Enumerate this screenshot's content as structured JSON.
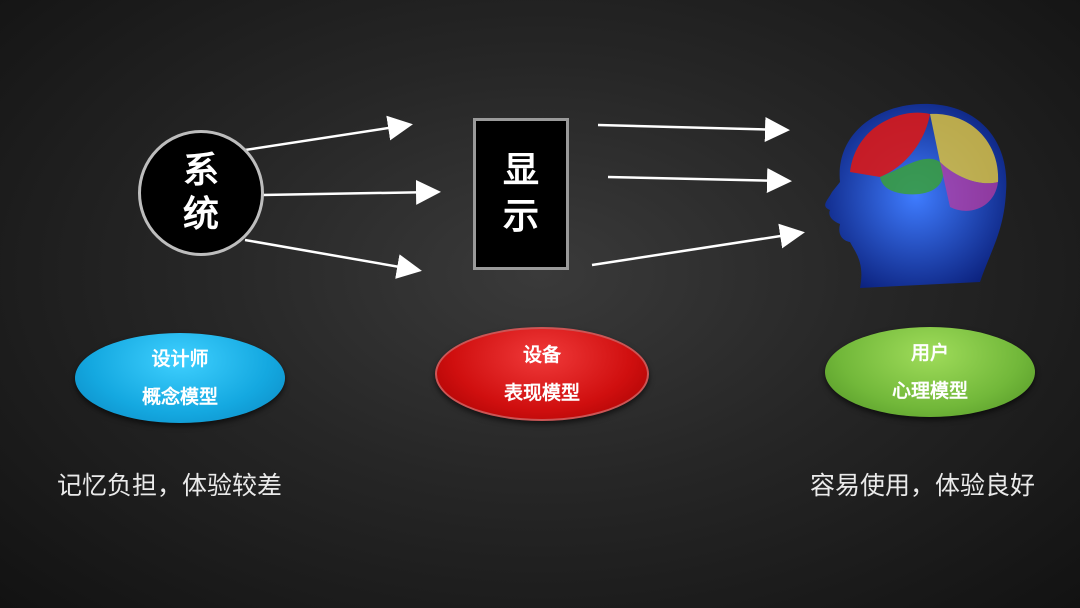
{
  "system_node": {
    "line1": "系",
    "line2": "统"
  },
  "display_node": {
    "line1": "显",
    "line2": "示"
  },
  "user_icon": "human-head-brain-icon",
  "models": [
    {
      "line1": "设计师",
      "line2": "概念模型",
      "color": "#14a8e0"
    },
    {
      "line1": "设备",
      "line2": "表现模型",
      "color": "#d00f0f"
    },
    {
      "line1": "用户",
      "line2": "心理模型",
      "color": "#72b83a"
    }
  ],
  "notes": {
    "left": "记忆负担，体验较差",
    "right": "容易使用，体验良好"
  }
}
